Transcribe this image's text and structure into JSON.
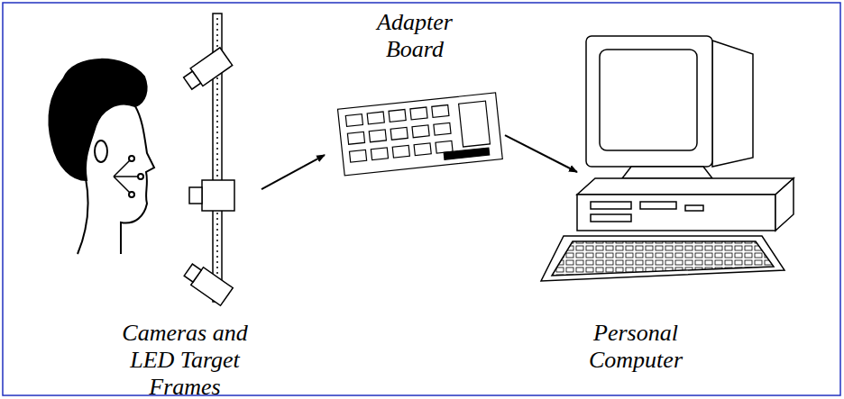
{
  "diagram": {
    "nodes": [
      {
        "text": [
          "Cameras and LED Target Frames"
        ]
      },
      {
        "text": [
          "Adapter Board"
        ]
      },
      {
        "text": [
          "Personal Computer"
        ]
      }
    ],
    "edges": [
      {
        "from": 0,
        "to": 1,
        "arrow": "to"
      },
      {
        "from": 1,
        "to": 2,
        "arrow": "to"
      }
    ]
  }
}
